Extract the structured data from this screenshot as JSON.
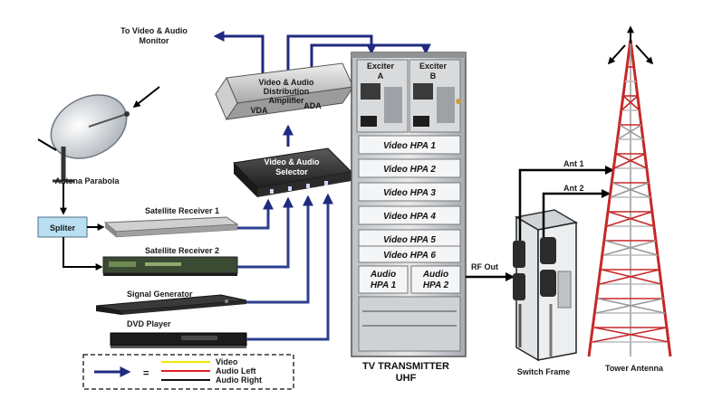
{
  "monitor_label_line1": "To Video & Audio",
  "monitor_label_line2": "Monitor",
  "antenna_label": "Antena Parabola",
  "splitter_label": "Spliter",
  "sat_receiver_1": "Satellite Receiver 1",
  "sat_receiver_2": "Satellite Receiver 2",
  "signal_generator": "Signal Generator",
  "dvd_player": "DVD Player",
  "distribution_amp": {
    "line1": "Video & Audio",
    "line2": "Distribution",
    "line3": "Amplifier",
    "vda": "VDA",
    "ada": "ADA"
  },
  "selector": {
    "line1": "Video & Audio",
    "line2": "Selector"
  },
  "exciters": [
    {
      "line1": "Exciter",
      "line2": "A"
    },
    {
      "line1": "Exciter",
      "line2": "B"
    }
  ],
  "hpa_labels": [
    "Video HPA 1",
    "Video HPA 2",
    "Video HPA 3",
    "Video HPA 4",
    "Video HPA 5",
    "Video HPA 6"
  ],
  "audio_hpa": [
    {
      "line1": "Audio",
      "line2": "HPA 1"
    },
    {
      "line1": "Audio",
      "line2": "HPA 2"
    }
  ],
  "transmitter_label_line1": "TV TRANSMITTER",
  "transmitter_label_line2": "UHF",
  "rf_out": "RF Out",
  "ant1": "Ant 1",
  "ant2": "Ant 2",
  "switch_frame": "Switch Frame",
  "tower_antenna": "Tower Antenna",
  "legend": {
    "equals": "=",
    "items": [
      {
        "label": "Video",
        "color": "#f2e600"
      },
      {
        "label": "Audio Left",
        "color": "#e02020"
      },
      {
        "label": "Audio Right",
        "color": "#111111"
      }
    ]
  },
  "colors": {
    "arrow": "#1f2a80",
    "signal_line": "#2d3f8f",
    "black_line": "#000000",
    "tower_red": "#c62828",
    "tower_white": "#dddddd"
  }
}
